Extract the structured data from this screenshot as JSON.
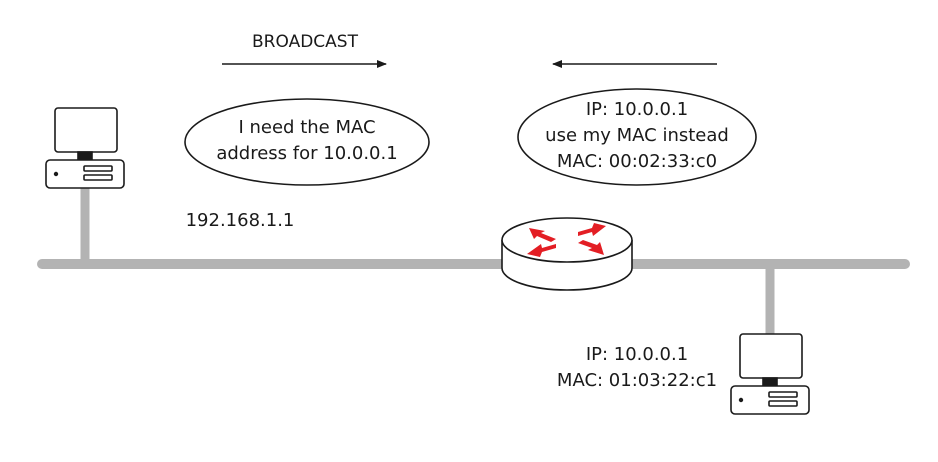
{
  "broadcast_label": "BROADCAST",
  "request_bubble": {
    "line1": "I need the MAC",
    "line2": "address for 10.0.0.1"
  },
  "reply_bubble": {
    "line1": "IP: 10.0.0.1",
    "line2": "use my MAC instead",
    "line3": "MAC: 00:02:33:c0"
  },
  "sender_ip": "192.168.1.1",
  "target_host": {
    "ip_line": "IP: 10.0.0.1",
    "mac_line": "MAC: 01:03:22:c1"
  },
  "colors": {
    "network_line": "#b3b3b3",
    "router_arrows": "#e31e24",
    "outline": "#1a1a1a"
  }
}
